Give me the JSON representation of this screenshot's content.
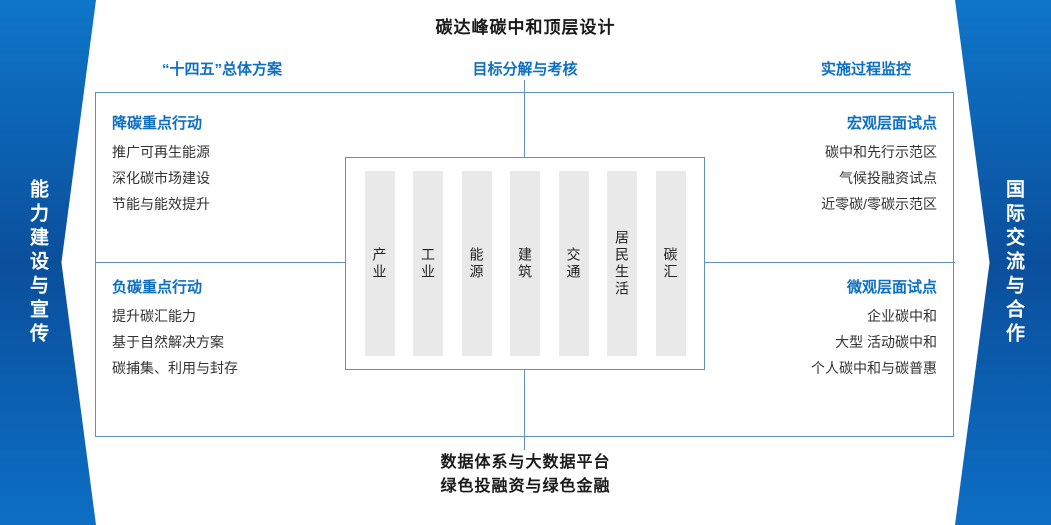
{
  "title": "碳达峰碳中和顶层设计",
  "top_labels": {
    "left": "“十四五”总体方案",
    "center": "目标分解与考核",
    "right": "实施过程监控"
  },
  "banners": {
    "left": "能力建设与宣传",
    "right": "国际交流与合作"
  },
  "sections": {
    "reduce": {
      "title": "降碳重点行动",
      "items": [
        "推广可再生能源",
        "深化碳市场建设",
        "节能与能效提升"
      ]
    },
    "negative": {
      "title": "负碳重点行动",
      "items": [
        "提升碳汇能力",
        "基于自然解决方案",
        "碳捕集、利用与封存"
      ]
    },
    "macro": {
      "title": "宏观层面试点",
      "items": [
        "碳中和先行示范区",
        "气候投融资试点",
        "近零碳/零碳示范区"
      ]
    },
    "micro": {
      "title": "微观层面试点",
      "items": [
        "企业碳中和",
        "大型 活动碳中和",
        "个人碳中和与碳普惠"
      ]
    }
  },
  "pillars": [
    "产业",
    "工业",
    "能源",
    "建筑",
    "交通",
    "居民生活",
    "碳汇"
  ],
  "bottom": {
    "line1": "数据体系与大数据平台",
    "line2": "绿色投融资与绿色金融"
  },
  "colors": {
    "accent_blue": "#0d6fc4",
    "banner_blue_dark": "#0a4f9c",
    "banner_blue_light": "#0e76c9",
    "box_border": "#5f93bd",
    "pillar_bg": "#e9e9e9",
    "text_dark": "#1a1a1a",
    "text_body": "#333333"
  }
}
